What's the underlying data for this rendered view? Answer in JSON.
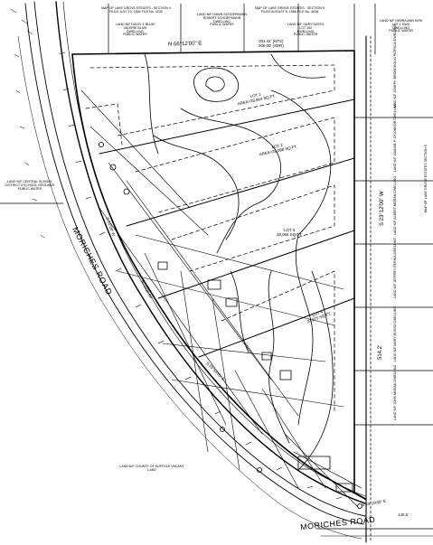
{
  "top_labels": {
    "map_a": "MAP OF LAKE GROVE ESTATES - SECTION 4",
    "map_a_filed": "FILED JULY 13, 1964 FILE No. 4230",
    "map_b": "MAP OF LAKE GROVE ESTATES - SECTION 5",
    "map_b_filed": "FILED AUGUST 6, 1966 FILE No. 4638",
    "owner_1": "LAND N/F DAVID J. BLUM",
    "owner_1b": "VALERIE BLUM",
    "owner_1c": "DWELLING",
    "owner_1d": "PUBLIC WATER",
    "owner_2": "LAND N/F DAWN SCHOEPMANN",
    "owner_2b": "ROBERT SCHOEPMANN",
    "owner_2c": "DWELLING",
    "owner_2d": "PUBLIC WATER",
    "owner_3": "LAND N/F GARY OATES",
    "owner_3b": "LOT 152",
    "owner_3c": "DWELLING",
    "owner_3d": "PUBLIC WATER",
    "owner_4": "LAND N/F DEBRA ANN KIRK",
    "owner_4b": "LOT 1 DWG",
    "owner_4c": "DWELLING",
    "owner_4d": "PUBLIC WATER"
  },
  "bearings": {
    "north_line": "N 66°12'00\" E",
    "north_dist": "331.41' (NTS)",
    "north_dist_2": "200.00' (SDR)",
    "east_line": "S 23°12'00\" W",
    "east_dist": "514.2'",
    "south_line": "N 63°19'00\" E",
    "south_dist": "140.5'",
    "road_bearing": "S 14°00' W",
    "curve_1": "R=1020.00'",
    "curve_2": "S 33°59'25\" E"
  },
  "lots": [
    {
      "name": "LOT 1",
      "area": "AREA=28,864 SQ.FT."
    },
    {
      "name": "LOT 2",
      "area": "AREA=28,088 SQ.FT."
    },
    {
      "name": "LOT 3",
      "area": "28,056 SQ.FT."
    },
    {
      "name": "LOT 4",
      "area": "20,975 SQ.FT."
    }
  ],
  "roads": {
    "west_road": "MORICHES ROAD",
    "south_road": "MORICHES ROAD"
  },
  "side_labels": {
    "west_owner": "LAND N/F CENTRAL SCHOOL DISTRICT 5 SCHOOL GROUNDS PUBLIC WATER",
    "south_owner": "LAND N/F COUNTY OF SUFFOLK VACANT LAND",
    "east_map": "MAP OF LAKE GROVE ESTATES SECTION 5",
    "east_owner_1": "LAND N/F JOSEPH BRONCHOLIO PATRICIA DWELLING",
    "east_owner_2": "LAND N/F JOANNE P. O'CONNOR DWELLING",
    "east_owner_3": "LAND N/F ALBERT MORAN DWELLING",
    "east_owner_4": "LAND N/F JEFFREY PERINA DWELLING",
    "east_owner_5": "LAND N/F MARY RUSSO DWELLING",
    "east_owner_6": "LAND N/F JOHN MORAN DWELLING"
  },
  "colors": {
    "ink": "#000000",
    "paper": "#ffffff"
  }
}
